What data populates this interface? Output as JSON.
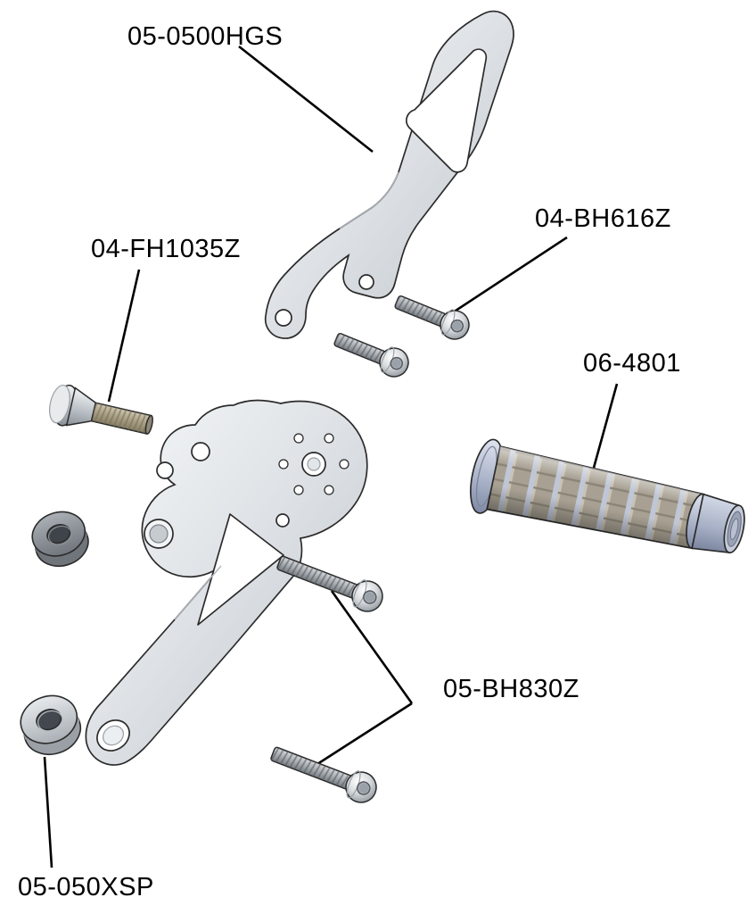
{
  "diagram": {
    "type": "exploded-parts-diagram",
    "labels": [
      {
        "part": "heel-guard-bracket",
        "text": "05-0500HGS"
      },
      {
        "part": "button-head-bolt-short",
        "text": "04-BH616Z"
      },
      {
        "part": "flat-head-screw",
        "text": "04-FH1035Z"
      },
      {
        "part": "foot-peg",
        "text": "06-4801"
      },
      {
        "part": "button-head-bolt-long",
        "text": "05-BH830Z"
      },
      {
        "part": "spacer",
        "text": "05-050XSP"
      }
    ],
    "parts": [
      "heel-guard-bracket",
      "button-head-bolt-short-upper",
      "button-head-bolt-short-lower",
      "flat-head-screw",
      "spacer-upper",
      "spacer-lower",
      "main-bracket",
      "foot-peg",
      "button-head-bolt-long-upper",
      "button-head-bolt-long-lower"
    ],
    "colors": {
      "outline": "#2b2b2b",
      "metal_light": "#e8ebee",
      "metal_mid": "#c2c7cc",
      "thread_tan": "#a79e84",
      "thread_gray": "#a7acb1",
      "peg_blue": "#aab3c8",
      "knurl_tan": "#a8a193",
      "leader_line": "#000000",
      "background": "#ffffff"
    }
  }
}
